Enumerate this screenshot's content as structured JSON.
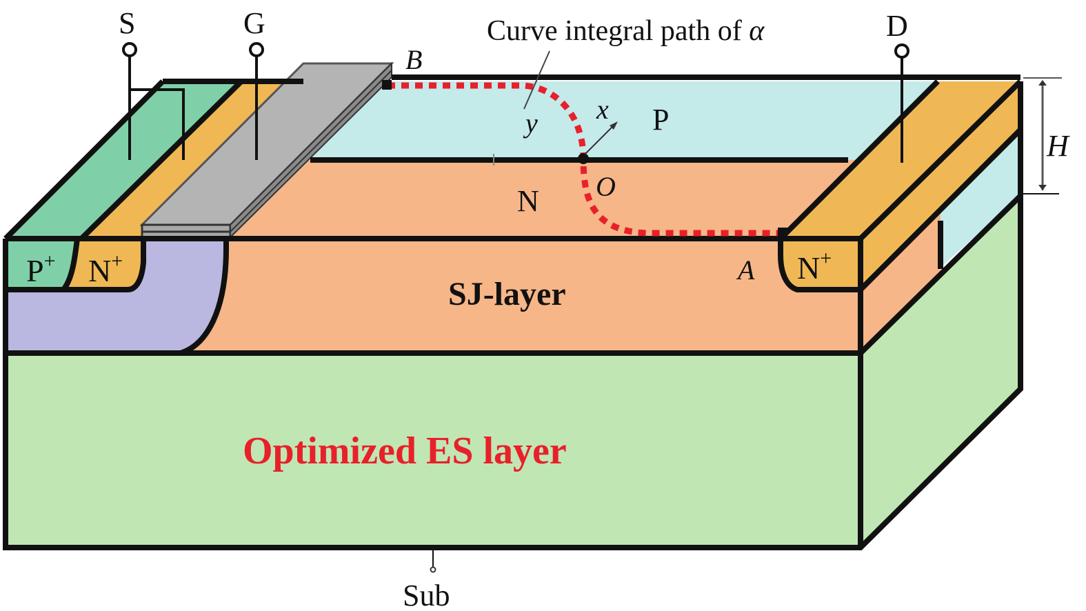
{
  "diagram": {
    "type": "3D device cross-section (SJ-LDMOS with optimized ES layer)",
    "terminals": {
      "source": "S",
      "gate": "G",
      "drain": "D",
      "substrate": "Sub"
    },
    "regions": {
      "p_plus": "P",
      "p_plus_sup": "+",
      "n_plus_source": "N",
      "n_plus_source_sup": "+",
      "n_plus_drain": "N",
      "n_plus_drain_sup": "+",
      "p_pillar": "P",
      "n_pillar": "N",
      "sj_layer": "SJ-layer",
      "es_layer": "Optimized ES layer"
    },
    "annotations": {
      "path_label": "Curve integral path of ",
      "path_symbol": "α",
      "point_a": "A",
      "point_b": "B",
      "point_o": "O",
      "axis_x": "x",
      "axis_y": "y",
      "height_dim": "H"
    },
    "colors": {
      "p_plus": "#7fd0a8",
      "n_plus": "#f0b854",
      "p_well": "#bab8e0",
      "n_drift": "#f6b688",
      "p_pillar": "#c4eaea",
      "es_layer": "#c0e6b4",
      "gate": "#b4b4b4",
      "path": "#e8202a",
      "es_label": "#e8202a"
    }
  }
}
